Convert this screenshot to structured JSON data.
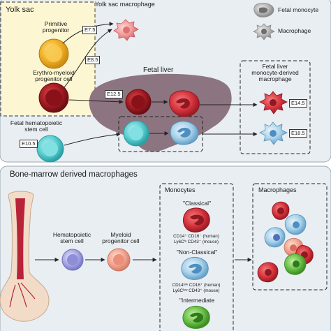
{
  "yolk_sac": {
    "title": "Yolk sac",
    "primitive_progenitor": "Primitive\nprogenitor",
    "emp_cell": "Erythro-myeloid\nprogenitor cell",
    "stage_e75": "E7.5",
    "stage_e85": "E8.5"
  },
  "yolk_sac_macrophage": "Yolk sac macrophage",
  "legend": {
    "fetal_monocyte": "Fetal monocyte",
    "macrophage": "Macrophage"
  },
  "fetal_liver": {
    "title": "Fetal liver",
    "stage_e125": "E12.5"
  },
  "fetal_hsc": {
    "label": "Fetal hematopoietic\nstem cell",
    "stage": "E10.5"
  },
  "fl_mono_macrophage": {
    "title": "Fetal liver\nmonocyte-derived\nmacrophage",
    "stage_e145": "E14.5",
    "stage_e185": "E18.5"
  },
  "bone_marrow": {
    "title": "Bone-marrow derived macrophages",
    "hsc": "Hematopoietic\nstem cell",
    "myeloid": "Myeloid\nprogenitor cell",
    "monocytes_title": "Monocytes",
    "classical": "\"Classical\"",
    "classical_markers_human": "CD14⁺ CD16⁻ (human)",
    "classical_markers_mouse": "Ly6Cʰᶦ CD43⁻ (mouse)",
    "non_classical": "\"Non-Classical\"",
    "non_classical_markers_human": "CD14ˡᵒʷ CD16⁺ (human)",
    "non_classical_markers_mouse": "Ly6Cˡᵒʷ CD43⁺ (mouse)",
    "intermediate": "\"Intermediate",
    "macrophages_title": "Macrophages"
  },
  "colors": {
    "yolk_bg": "#fdf6d2",
    "panel_bg": "#e9eef3",
    "liver": "#8c7580",
    "monocyte_red": "#c8323c",
    "monocyte_blue": "#7fb6d8",
    "progenitor_yellow": "#f3b52c",
    "emp_red": "#a51c24",
    "hsc_teal": "#5ccfd2"
  }
}
